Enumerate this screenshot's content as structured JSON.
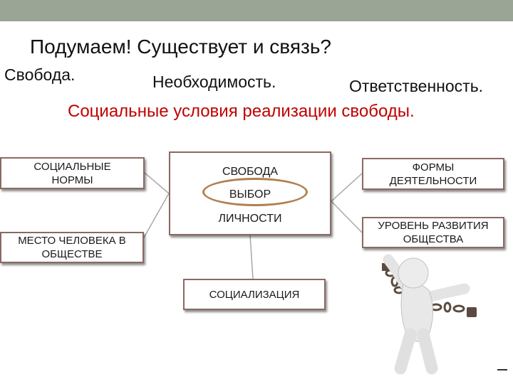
{
  "title": "Подумаем! Существует и связь?",
  "words": {
    "freedom": "Свобода.",
    "necessity": "Необходимость.",
    "responsibility": "Ответственность."
  },
  "subtitle": "Социальные условия реализации свободы.",
  "center": {
    "line1": "СВОБОДА",
    "line2": "ВЫБОР",
    "line3": "ЛИЧНОСТИ"
  },
  "boxes": {
    "social_norms": "СОЦИАЛЬНЫЕ\nНОРМЫ",
    "place_in_society": "МЕСТО ЧЕЛОВЕКА В\nОБЩЕСТВЕ",
    "socialization": "СОЦИАЛИЗАЦИЯ",
    "activity_forms": "ФОРМЫ\nДЕЯТЕЛЬНОСТИ",
    "society_level": "УРОВЕНЬ РАЗВИТИЯ\nОБЩЕСТВА"
  },
  "colors": {
    "header_bar": "#9aa595",
    "subtitle": "#c00000",
    "box_border": "#8a6a62",
    "ellipse": "#b08050"
  }
}
